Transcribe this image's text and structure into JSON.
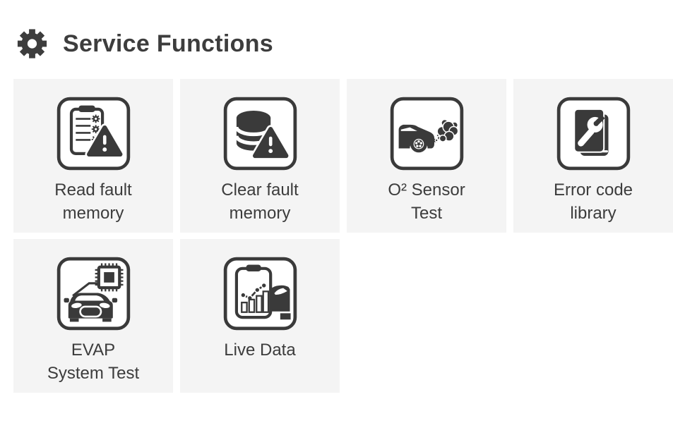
{
  "header": {
    "title": "Service Functions",
    "icon": "gear-icon"
  },
  "tiles": [
    {
      "name": "read-fault-memory",
      "icon": "clipboard-warning-icon",
      "lines": [
        "Read fault",
        "memory"
      ]
    },
    {
      "name": "clear-fault-memory",
      "icon": "database-warning-icon",
      "lines": [
        "Clear fault",
        "memory"
      ]
    },
    {
      "name": "o2-sensor-test",
      "icon": "car-exhaust-smoke-icon",
      "lines": [
        "O² Sensor",
        "Test"
      ]
    },
    {
      "name": "error-code-library",
      "icon": "book-with-wrench-icon",
      "lines": [
        "Error code",
        "library"
      ]
    },
    {
      "name": "evap-system-test",
      "icon": "car-with-chip-icon",
      "lines": [
        "EVAP",
        "System Test"
      ]
    },
    {
      "name": "live-data",
      "icon": "clipboard-chart-car-icon",
      "lines": [
        "Live Data"
      ]
    }
  ],
  "colors": {
    "page_background": "#ffffff",
    "tile_background": "#f4f4f4",
    "icon_dark": "#3a3a3a",
    "title_text": "#3d3d3d",
    "label_text": "#3c3c3c"
  }
}
